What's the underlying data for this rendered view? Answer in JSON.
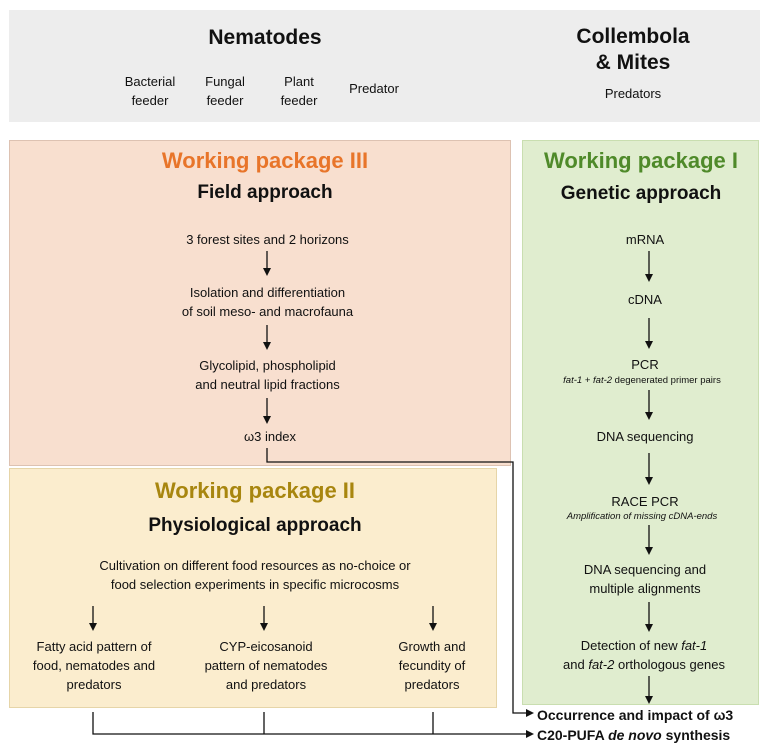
{
  "top": {
    "nematodes_title": "Nematodes",
    "feeders": [
      {
        "line1": "Bacterial",
        "line2": "feeder"
      },
      {
        "line1": "Fungal",
        "line2": "feeder"
      },
      {
        "line1": "Plant",
        "line2": "feeder"
      },
      {
        "line1": "Predator",
        "line2": ""
      }
    ],
    "collembola_title_1": "Collembola",
    "collembola_title_2": "& Mites",
    "collembola_sub": "Predators"
  },
  "wp3": {
    "title": "Working package III",
    "subtitle": "Field approach",
    "steps": [
      "3 forest sites and 2 horizons",
      "Isolation and differentiation",
      "of soil meso- and macrofauna",
      "Glycolipid, phospholipid",
      "and neutral lipid fractions",
      "ω3 index"
    ]
  },
  "wp2": {
    "title": "Working package II",
    "subtitle": "Physiological  approach",
    "intro_1": "Cultivation on different food resources as no-choice or",
    "intro_2": "food selection experiments in specific microcosms",
    "col1": [
      "Fatty acid pattern of",
      "food, nematodes and",
      "predators"
    ],
    "col2": [
      "CYP-eicosanoid",
      "pattern of nematodes",
      "and predators"
    ],
    "col3": [
      "Growth and",
      "fecundity of",
      "predators"
    ]
  },
  "wp1": {
    "title": "Working package I",
    "subtitle": "Genetic approach",
    "mrna": "mRNA",
    "cdna": "cDNA",
    "pcr": "PCR",
    "pcr_note_gene1": "fat-1",
    "pcr_note_plus": " + ",
    "pcr_note_gene2": "fat-2",
    "pcr_note_rest": " degenerated primer pairs",
    "dna_seq": "DNA sequencing",
    "race": "RACE PCR",
    "race_note": "Amplification of missing cDNA-ends",
    "dna_seq_align_1": "DNA sequencing and",
    "dna_seq_align_2": "multiple alignments",
    "detect_1a": "Detection of new ",
    "detect_1b": "fat-1",
    "detect_2a": "and ",
    "detect_2b": "fat-2",
    "detect_2c": " orthologous genes"
  },
  "outcome": {
    "line1": "Occurrence and impact of ω3",
    "line2a": "C20-PUFA ",
    "line2b": "de novo",
    "line2c": " synthesis"
  },
  "colors": {
    "wp3_title": "#e8752a",
    "wp2_title": "#a8860f",
    "wp1_title": "#4f8a2a"
  }
}
